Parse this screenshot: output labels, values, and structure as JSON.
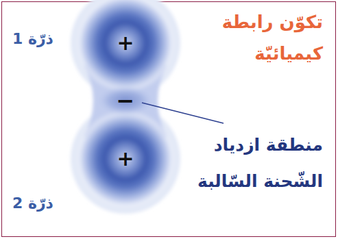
{
  "diagram": {
    "title": "تكوّن رابطة كيميائيّة",
    "nodes": [
      {
        "text": [
          "+"
        ]
      },
      {
        "text": [
          "+"
        ]
      }
    ],
    "labels": [
      "ذرّة 1",
      "ذرّة 2",
      "−",
      "منطقة ازدياد الشّحنة السّالبة"
    ]
  }
}
